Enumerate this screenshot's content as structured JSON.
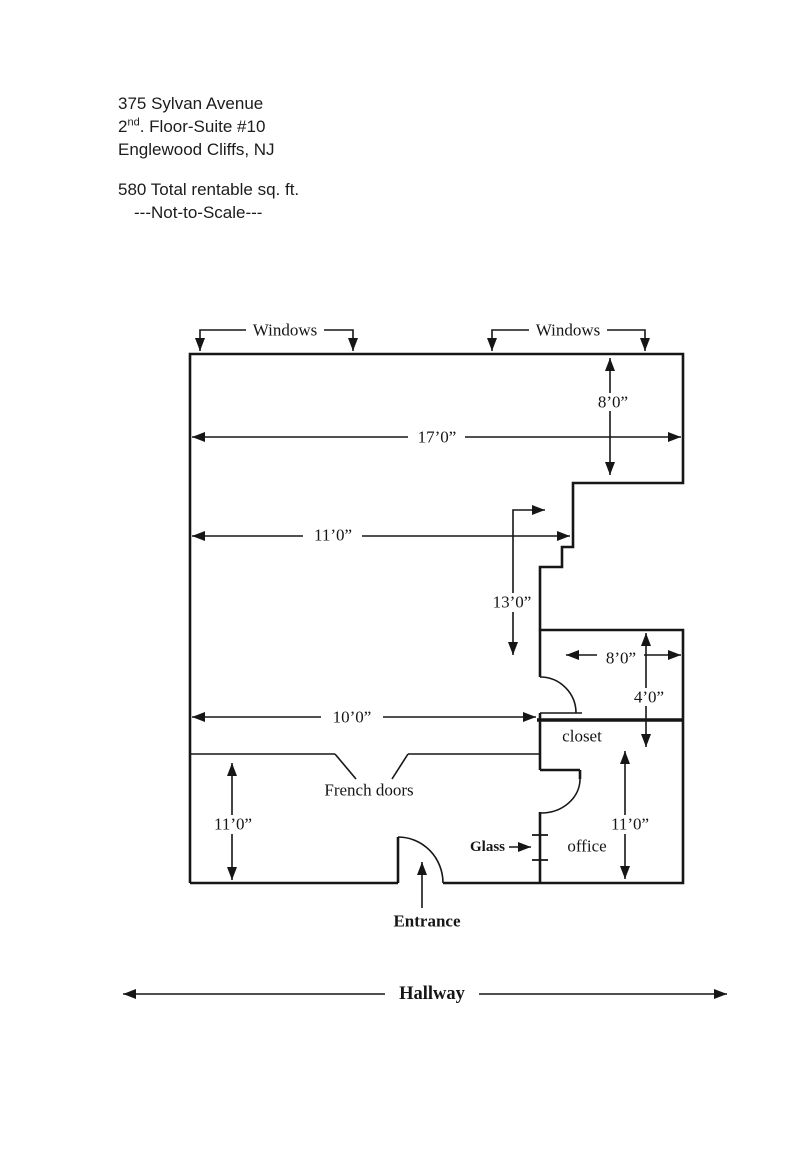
{
  "header": {
    "address_line1": "375 Sylvan Avenue",
    "suite_prefix": "2",
    "suite_sup": "nd",
    "suite_rest": ". Floor-Suite #10",
    "address_line3": "Englewood Cliffs, NJ",
    "area": "580 Total rentable sq. ft.",
    "scale_note": "---Not-to-Scale---"
  },
  "plan": {
    "windows": {
      "left": "Windows",
      "right": "Windows"
    },
    "rooms": {
      "closet": "closet",
      "office": "office"
    },
    "features": {
      "glass": "Glass",
      "french_doors": "French doors",
      "entrance": "Entrance",
      "hallway": "Hallway"
    },
    "dimensions": {
      "top_width": "17’0”",
      "upper_right_height": "8’0”",
      "mid_width": "11’0”",
      "mid_height": "13’0”",
      "closet_width": "8’0”",
      "closet_depth": "4’0”",
      "lower_width": "10’0”",
      "lower_left_height": "11’0”",
      "office_height": "11’0”"
    },
    "colors": {
      "ink": "#161616",
      "background": "#ffffff"
    }
  }
}
